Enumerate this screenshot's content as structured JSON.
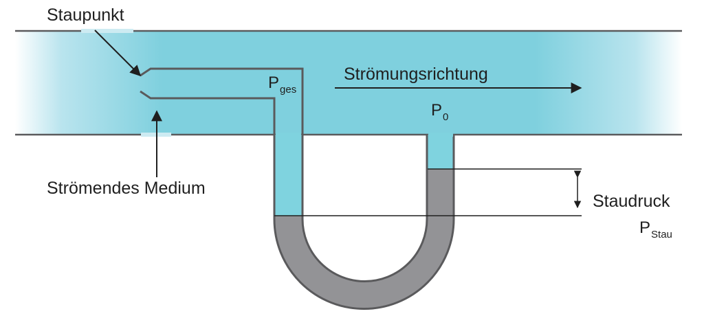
{
  "labels": {
    "stagnation_point": "Staupunkt",
    "flowing_medium": "Strömendes Medium",
    "flow_direction": "Strömungsrichtung",
    "p_total_main": "P",
    "p_total_sub": "ges",
    "p_static_main": "P",
    "p_static_sub": "0",
    "dynamic_pressure": "Staudruck",
    "p_dynamic_main": "P",
    "p_dynamic_sub": "Stau"
  },
  "colors": {
    "fluid": "#7fd3df",
    "fluid_edge": "#ffffff",
    "manometer_liquid": "#939396",
    "wall": "#5a5a5c",
    "line": "#1f1f1f",
    "text": "#1f1f1f"
  }
}
